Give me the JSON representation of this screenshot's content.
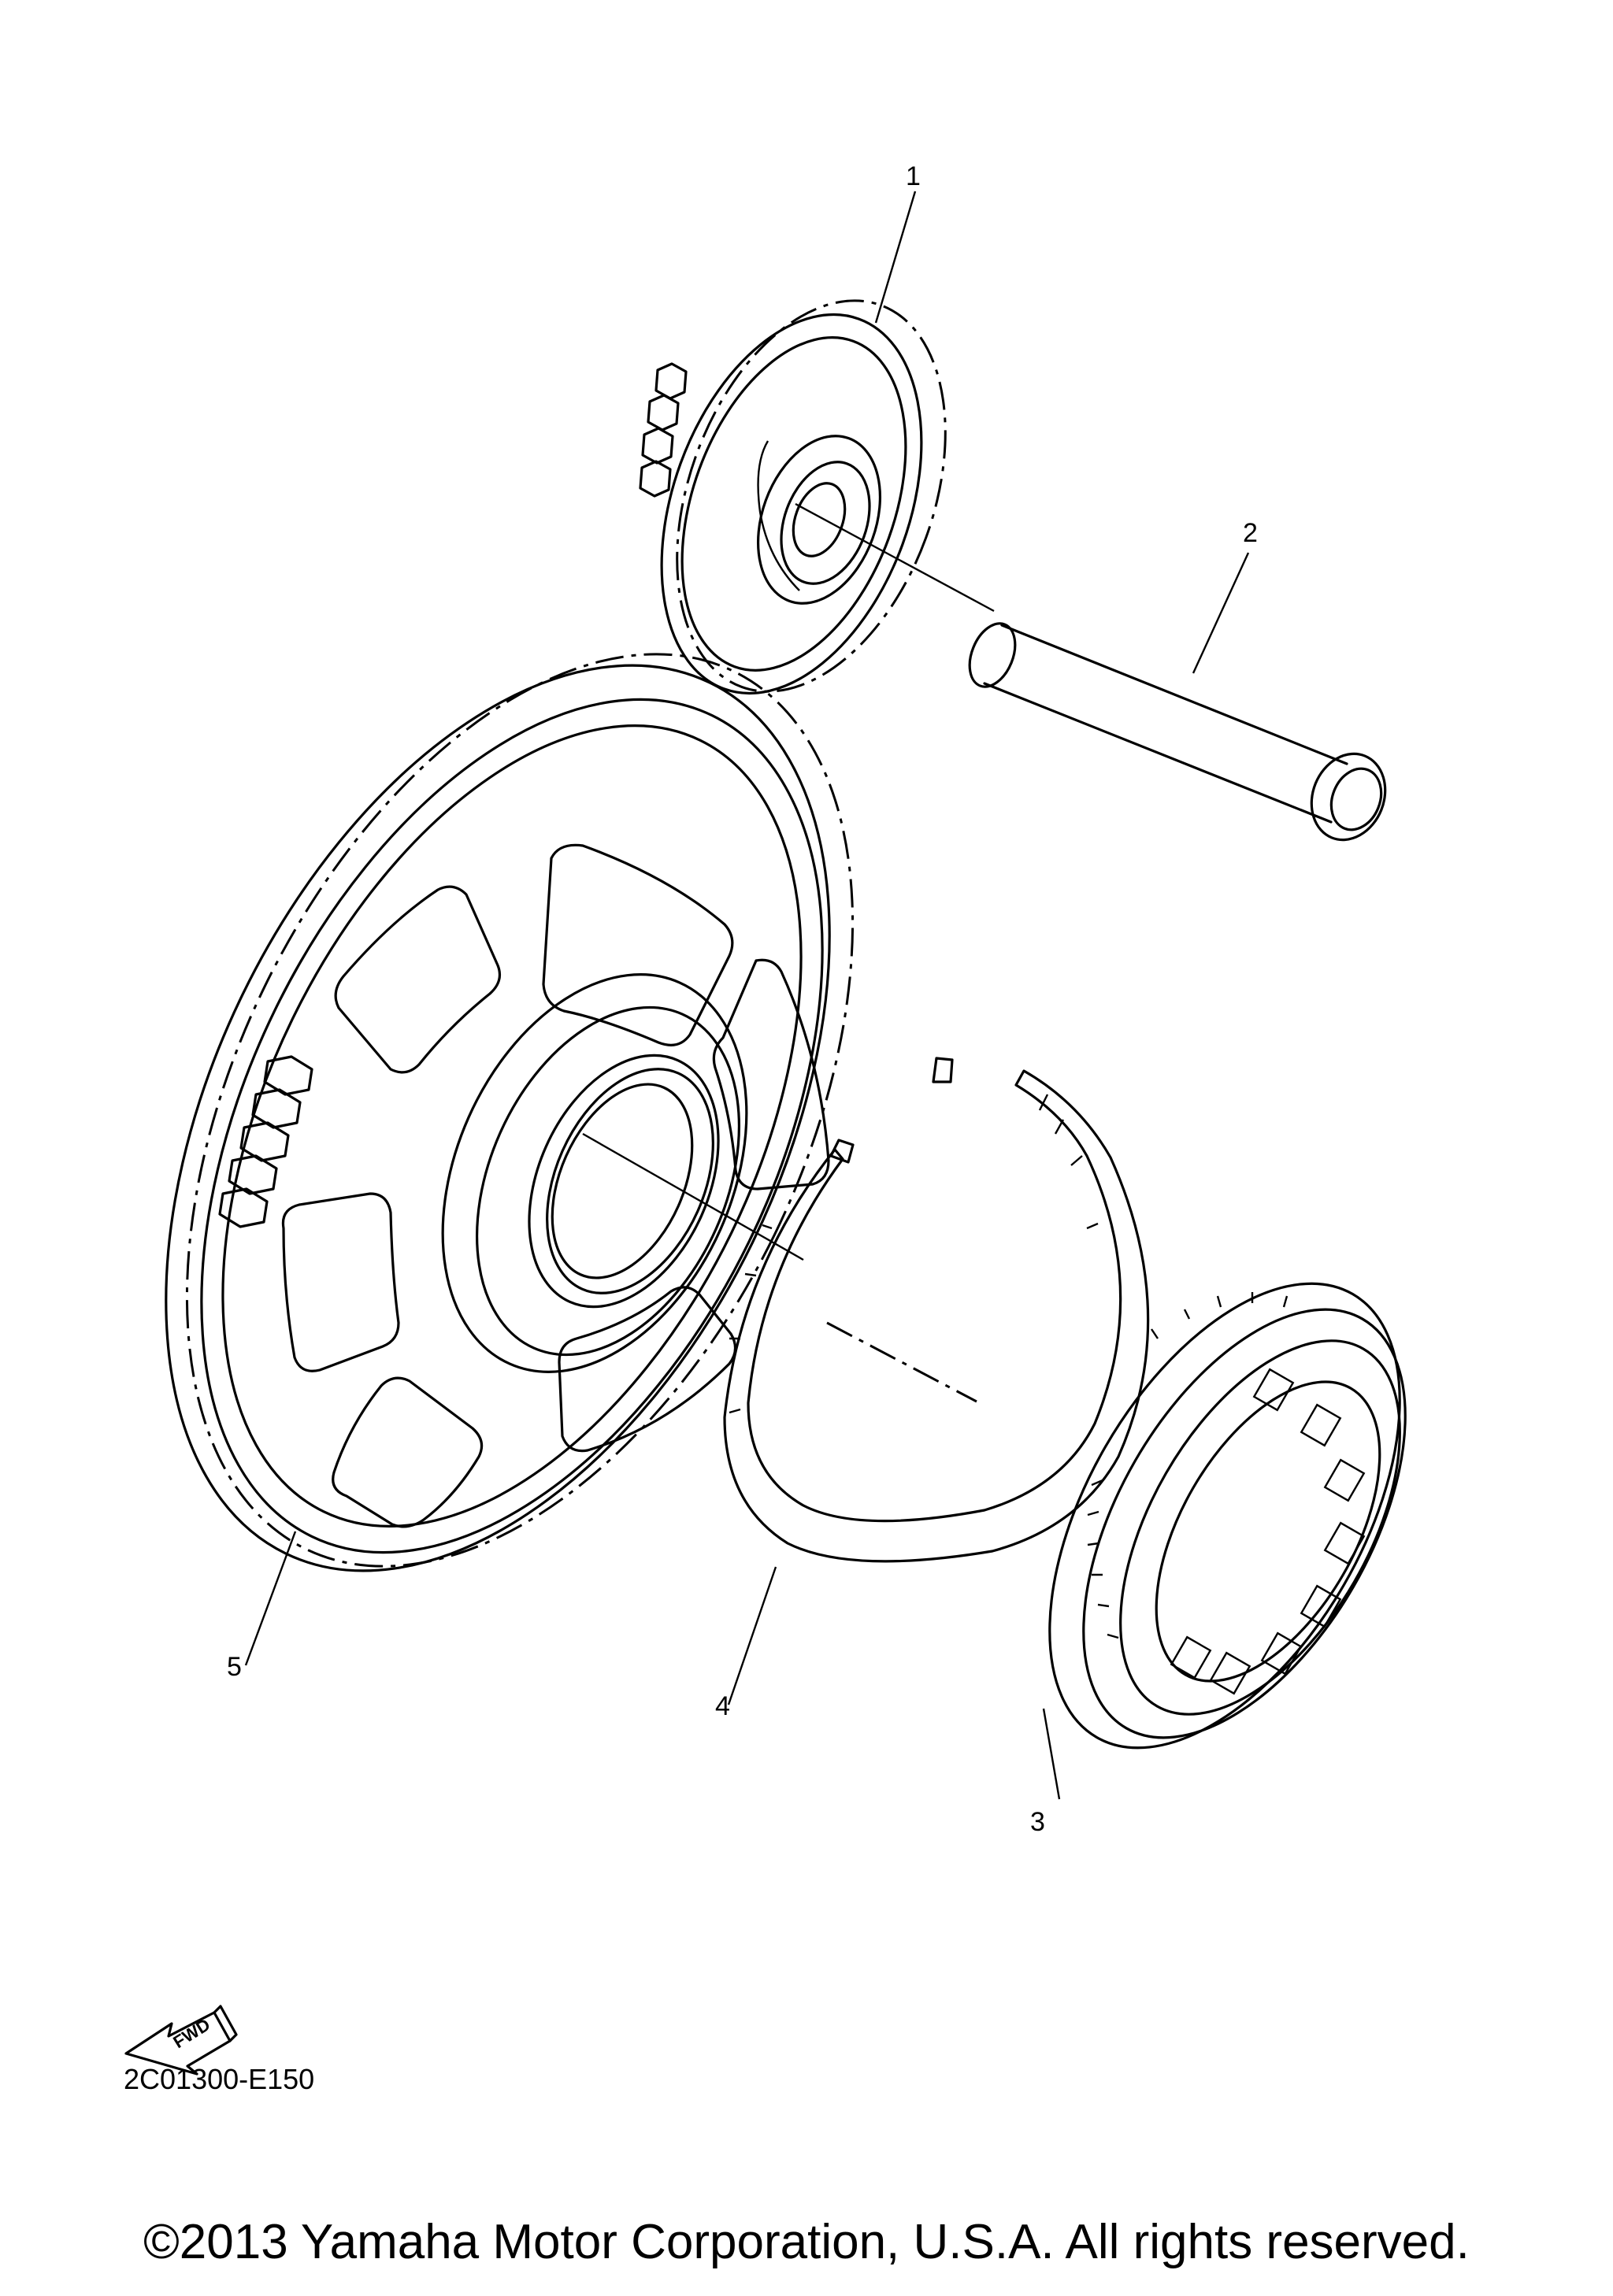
{
  "callouts": [
    {
      "id": "1"
    },
    {
      "id": "2"
    },
    {
      "id": "3"
    },
    {
      "id": "4"
    },
    {
      "id": "5"
    }
  ],
  "fwd_marker": {
    "text": "FWD",
    "icon": "fwd-arrow-icon"
  },
  "diagram_code": "2C01300-E150",
  "copyright": "©2013 Yamaha Motor Corporation, U.S.A. All rights reserved."
}
